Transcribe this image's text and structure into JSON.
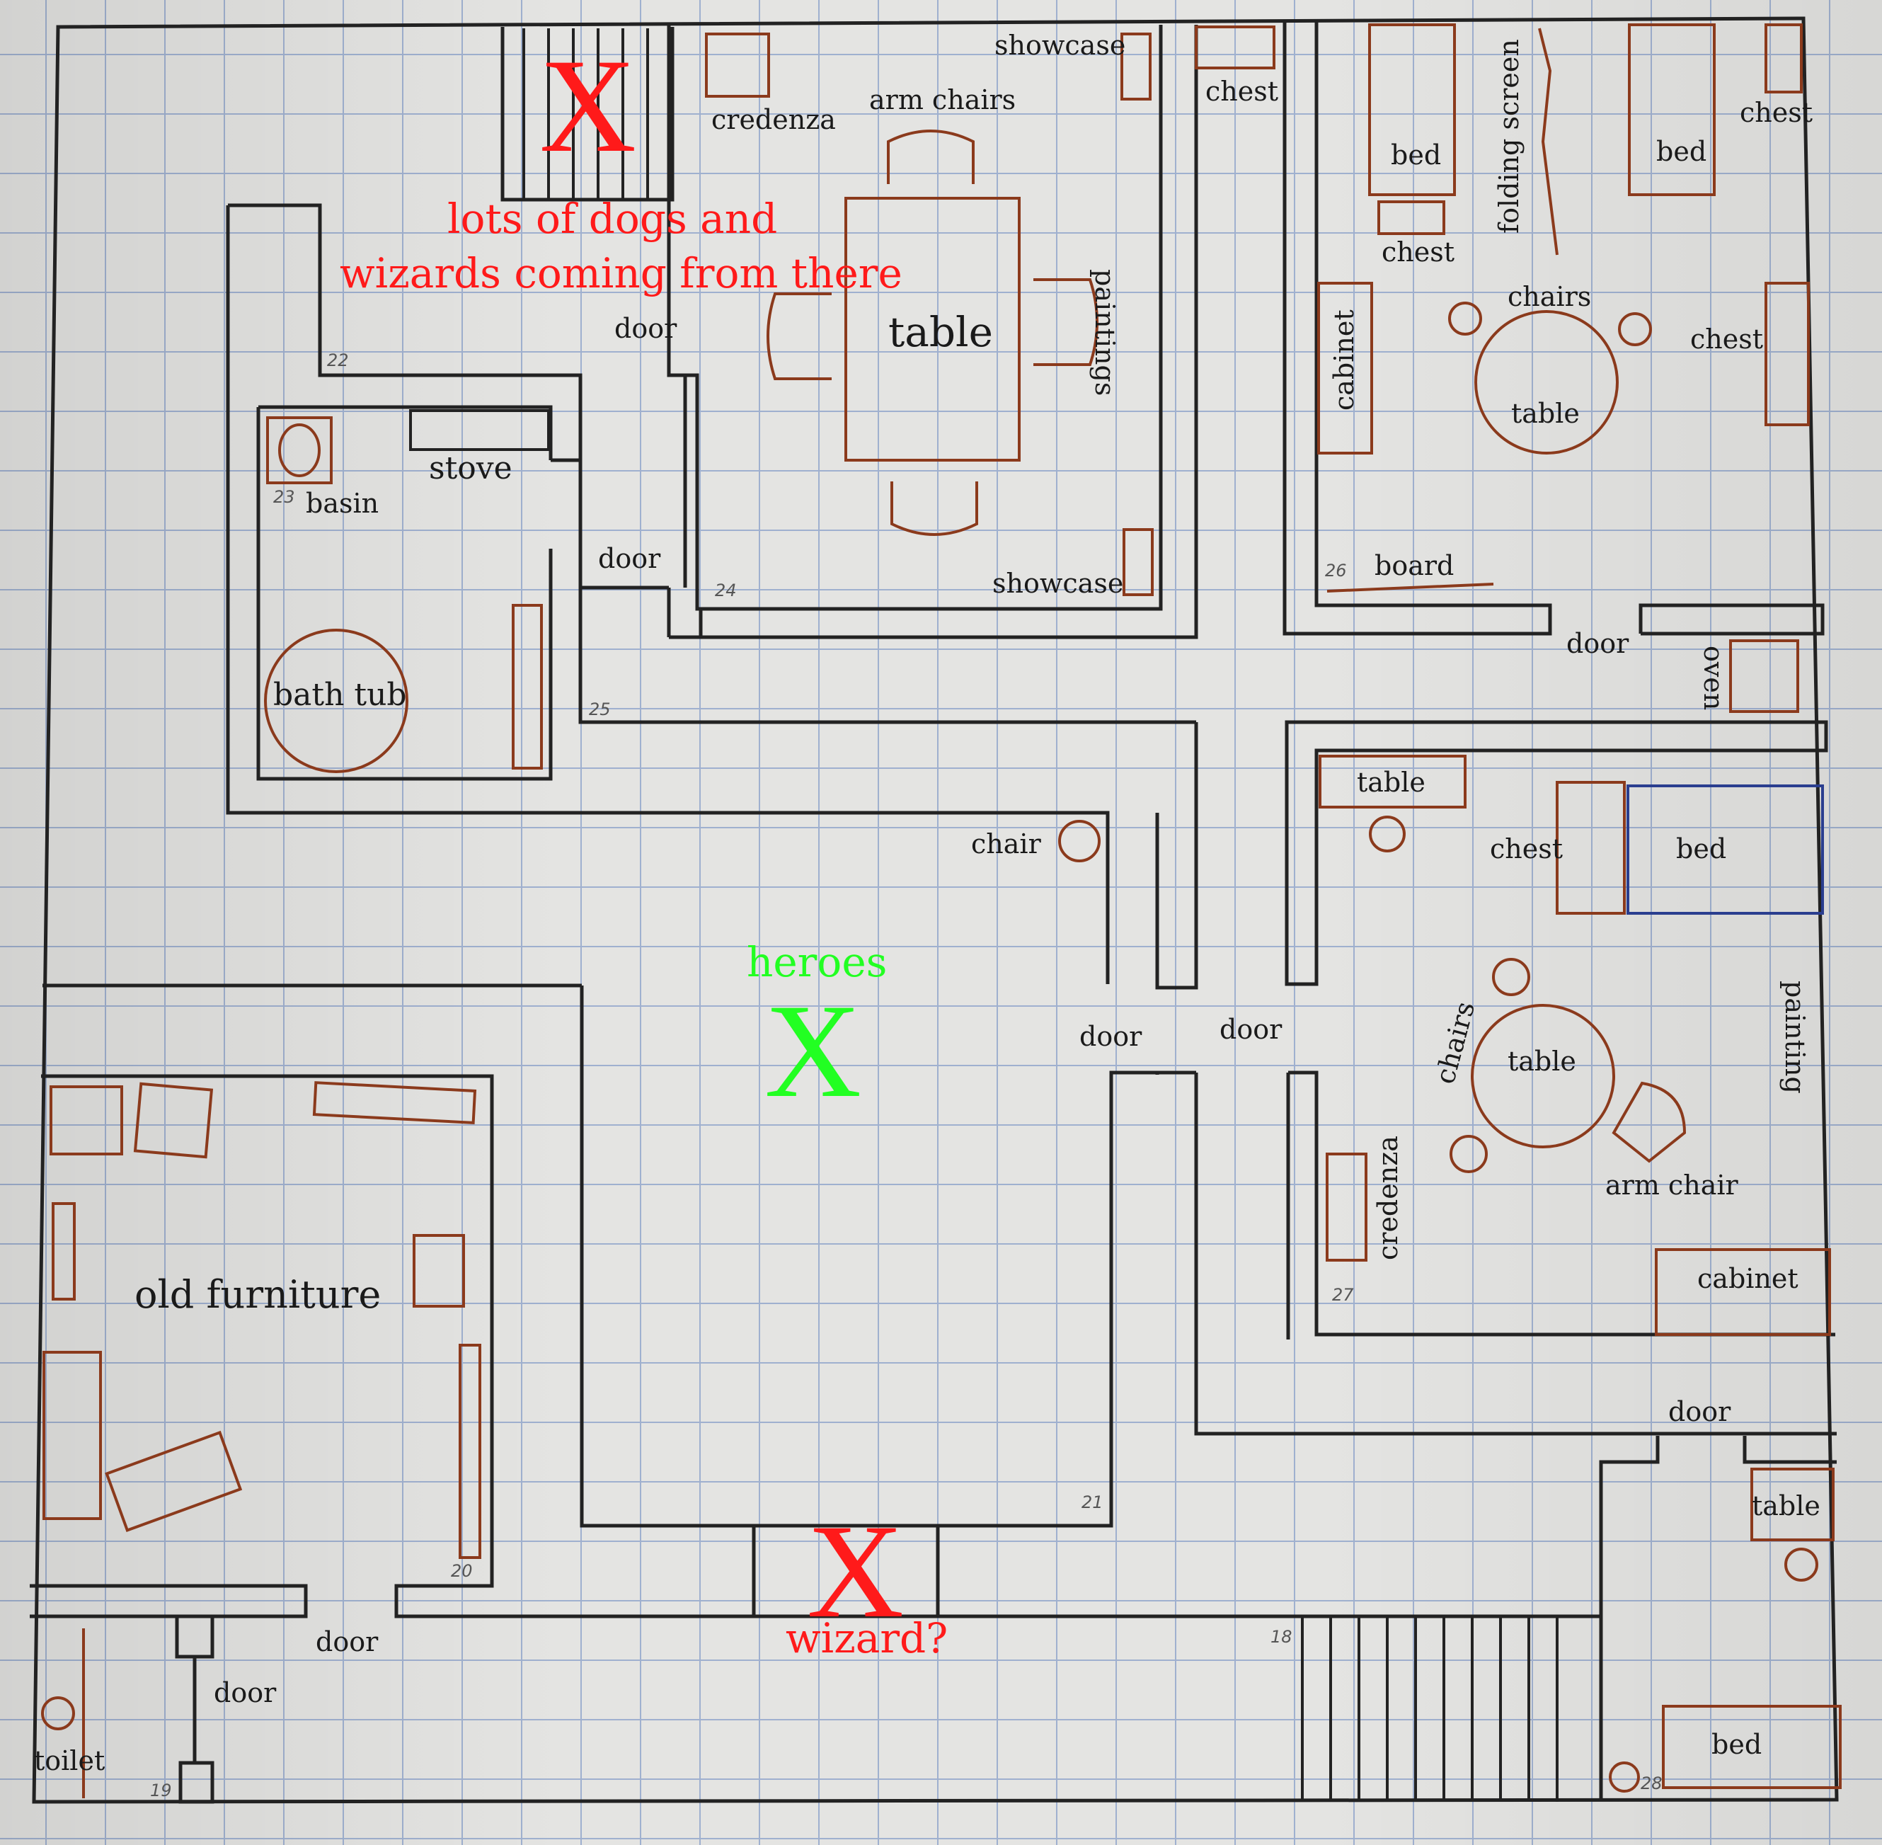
{
  "colors": {
    "walls": "#222222",
    "furniture": "#8b3a1c",
    "annotation_red": "#ff1a1a",
    "annotation_green": "#22ff22"
  },
  "markers": {
    "entrance_x": "X",
    "entrance_note_1": "lots of dogs and",
    "entrance_note_2": "wizards coming from there",
    "heroes_label": "heroes",
    "heroes_x": "X",
    "wizard_x": "X",
    "wizard_label": "wizard?"
  },
  "rooms": {
    "dining": {
      "credenza": "credenza",
      "arm_chairs": "arm chairs",
      "showcase_top": "showcase",
      "table": "table",
      "paintings": "paintings",
      "showcase_bottom": "showcase",
      "door": "door",
      "number": "24"
    },
    "bath": {
      "number_top": "22",
      "stove": "stove",
      "basin": "basin",
      "basin_number": "23",
      "bath_tub": "bath tub",
      "door": "door",
      "number": "25"
    },
    "corridor_top": {
      "chest": "chest"
    },
    "bedroom_top": {
      "bed_left": "bed",
      "bed_right": "bed",
      "folding_screen": "folding screen",
      "chest_right": "chest",
      "chest_left": "chest",
      "chairs": "chairs",
      "cabinet": "cabinet",
      "chest_side": "chest",
      "table": "table",
      "board": "board",
      "number": "26",
      "door": "door",
      "oven": "oven"
    },
    "bedroom_mid": {
      "table": "table",
      "chest": "chest",
      "bed": "bed",
      "painting": "painting",
      "chairs": "chairs",
      "round_table": "table",
      "arm_chair": "arm chair",
      "credenza": "credenza",
      "cabinet": "cabinet",
      "number": "27",
      "door_left": "door"
    },
    "hall": {
      "chair": "chair",
      "door": "door",
      "number": "21"
    },
    "storage": {
      "old_furniture": "old furniture",
      "door": "door",
      "number": "20"
    },
    "toilet": {
      "toilet": "toilet",
      "door": "door",
      "number": "19"
    },
    "stairs_room": {
      "number": "18"
    },
    "bedroom_small": {
      "door": "door",
      "table": "table",
      "bed": "bed",
      "number": "28"
    }
  }
}
